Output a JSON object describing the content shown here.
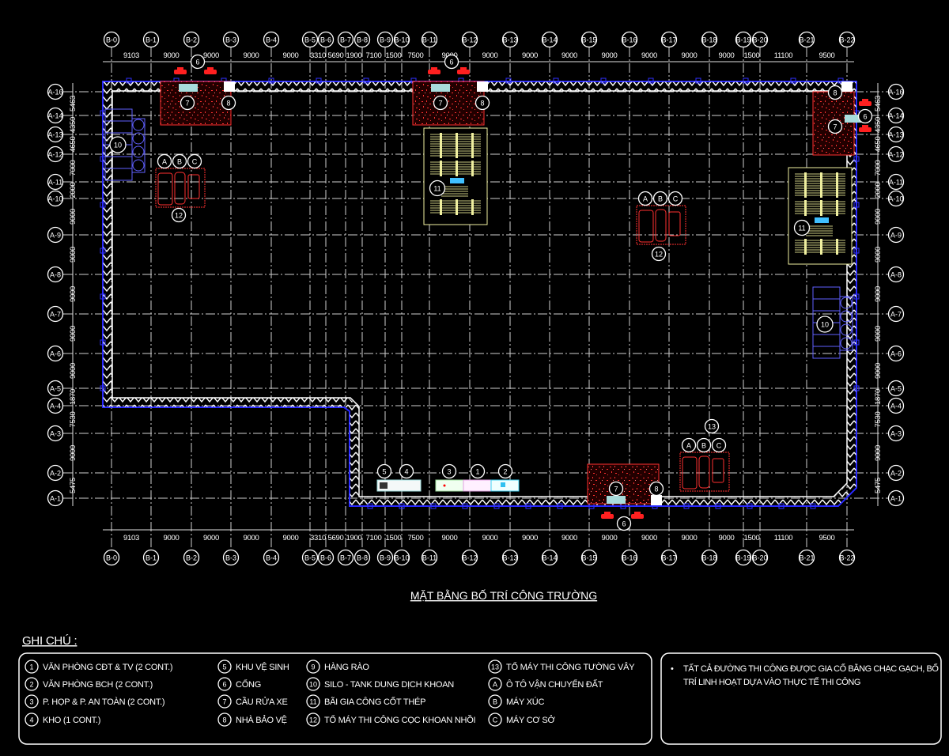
{
  "title": "MẶT BẰNG BỐ TRÍ CÔNG TRƯỜNG",
  "axes": {
    "b_labels": [
      "B-0",
      "B-1",
      "B-2",
      "B-3",
      "B-4",
      "B-5",
      "B-6",
      "B-7",
      "B-8",
      "B-9",
      "B-10",
      "B-11",
      "B-12",
      "B-13",
      "B-14",
      "B-15",
      "B-16",
      "B-17",
      "B-18",
      "B-19",
      "B-20",
      "B-21",
      "B-22"
    ],
    "b_dims": [
      "9103",
      "9000",
      "9000",
      "9000",
      "9000",
      "3310",
      "5690",
      "1900",
      "7100",
      "1500",
      "7500",
      "9000",
      "9000",
      "9000",
      "9000",
      "9000",
      "9000",
      "9000",
      "9000",
      "1500",
      "11100",
      "9500"
    ],
    "a_labels": [
      "A-16",
      "A-14",
      "A-13",
      "A-12",
      "A-11",
      "A-10",
      "A-9",
      "A-8",
      "A-7",
      "A-6",
      "A-5",
      "A-4",
      "A-3",
      "A-2",
      "A-1"
    ],
    "a_dims": [
      "5463",
      "4350",
      "4650",
      "7000",
      "2000",
      "9000",
      "9000",
      "9000",
      "9000",
      "9000",
      "1870",
      "7530",
      "9000",
      "5475"
    ]
  },
  "callouts": {
    "gate": "6",
    "wash": "7",
    "guard": "8",
    "silo": "10",
    "rebar": "11",
    "pile_rig": "12",
    "wall_rig": "13",
    "office_cdt": "1",
    "office_bch": "2",
    "meeting": "3",
    "store": "4",
    "wc": "5",
    "a": "A",
    "b": "B",
    "c": "C"
  },
  "legend": {
    "heading": "GHI CHÚ :",
    "items": [
      {
        "key": "1",
        "text": "VĂN PHÒNG CĐT & TV (2 CONT.)"
      },
      {
        "key": "2",
        "text": "VĂN PHÒNG BCH (2 CONT.)"
      },
      {
        "key": "3",
        "text": "P. HỌP & P. AN TOÀN (2 CONT.)"
      },
      {
        "key": "4",
        "text": "KHO (1 CONT.)"
      },
      {
        "key": "5",
        "text": "KHU VỆ SINH"
      },
      {
        "key": "6",
        "text": "CỔNG"
      },
      {
        "key": "7",
        "text": "CẦU RỬA XE"
      },
      {
        "key": "8",
        "text": "NHÀ BẢO VỆ"
      },
      {
        "key": "9",
        "text": "HÀNG RÀO"
      },
      {
        "key": "10",
        "text": "SILO - TANK DUNG DỊCH KHOAN"
      },
      {
        "key": "11",
        "text": "BÃI GIA CÔNG CỐT THÉP"
      },
      {
        "key": "12",
        "text": "TỔ MÁY THI CÔNG CỌC KHOAN NHỒI"
      },
      {
        "key": "13",
        "text": "TỔ MÁY THI CÔNG TƯỜNG VÂY"
      },
      {
        "key": "A",
        "text": "Ô TÔ VẬN CHUYỂN ĐẤT"
      },
      {
        "key": "B",
        "text": "MÁY XÚC"
      },
      {
        "key": "C",
        "text": "MÁY CƠ SỞ"
      }
    ],
    "note_bullet": "•",
    "note_line1": "TẤT CẢ ĐƯỜNG THI CÔNG ĐƯỢC GIA CỐ BẰNG CHẠC GẠCH, BỐ",
    "note_line2": "TRÍ LINH HOẠT DỰA VÀO THỰC TẾ THI CÔNG"
  },
  "colors": {
    "fence": "#ffffff",
    "fence_outer": "#2020ff",
    "wash_area": "#ff2020",
    "silo": "#6060ff",
    "rebar": "#f0f0a0",
    "equipment": "#ff2020"
  }
}
